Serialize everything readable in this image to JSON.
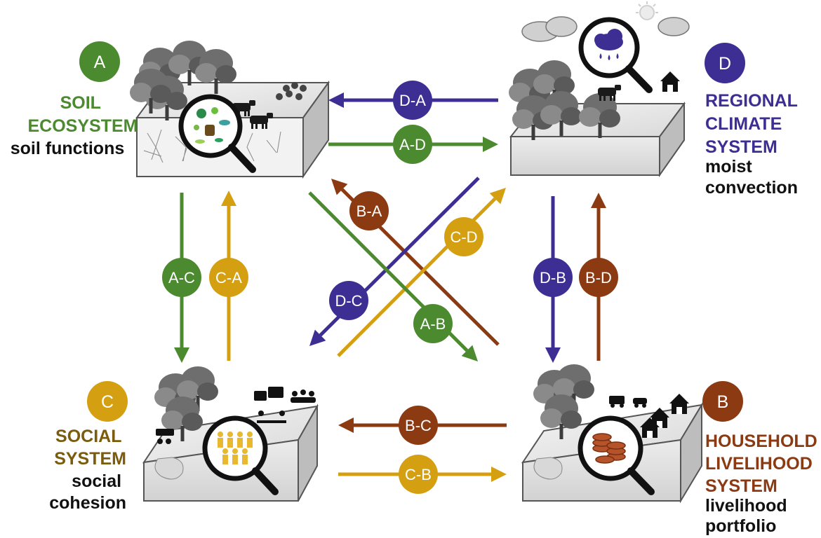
{
  "colors": {
    "A": "#4b8a2e",
    "B": "#8b3a12",
    "C": "#d4a012",
    "D": "#3d2e94",
    "C_title": "#7a5c0c"
  },
  "systems": {
    "A": {
      "badge": "A",
      "title": [
        "SOIL",
        "ECOSYSTEM"
      ],
      "subtitle": [
        "soil functions"
      ],
      "icon": "microbes-icon"
    },
    "D": {
      "badge": "D",
      "title": [
        "REGIONAL",
        "CLIMATE",
        "SYSTEM"
      ],
      "subtitle": [
        "moist",
        "convection"
      ],
      "icon": "rain-cloud-icon"
    },
    "C": {
      "badge": "C",
      "title": [
        "SOCIAL",
        "SYSTEM"
      ],
      "subtitle": [
        "social",
        "cohesion"
      ],
      "icon": "people-icon"
    },
    "B": {
      "badge": "B",
      "title": [
        "HOUSEHOLD",
        "LIVELIHOOD",
        "SYSTEM"
      ],
      "subtitle": [
        "livelihood",
        "portfolio"
      ],
      "icon": "coins-icon"
    }
  },
  "links": [
    {
      "label": "D-A",
      "color": "D"
    },
    {
      "label": "A-D",
      "color": "A"
    },
    {
      "label": "A-C",
      "color": "A"
    },
    {
      "label": "C-A",
      "color": "C"
    },
    {
      "label": "D-B",
      "color": "D"
    },
    {
      "label": "B-D",
      "color": "B"
    },
    {
      "label": "B-C",
      "color": "B"
    },
    {
      "label": "C-B",
      "color": "C"
    },
    {
      "label": "B-A",
      "color": "B"
    },
    {
      "label": "C-D",
      "color": "C"
    },
    {
      "label": "D-C",
      "color": "D"
    },
    {
      "label": "A-B",
      "color": "A"
    }
  ]
}
